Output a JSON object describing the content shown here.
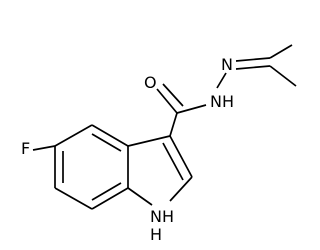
{
  "molecule": {
    "atoms": {
      "fluorine": "F",
      "oxygen": "O",
      "amide_nh": "NH",
      "imine_n": "N",
      "indole_nh": "NH",
      "indole_h": "H"
    },
    "colors": {
      "bond": "#000000",
      "label": "#000000",
      "background": "#ffffff"
    }
  }
}
